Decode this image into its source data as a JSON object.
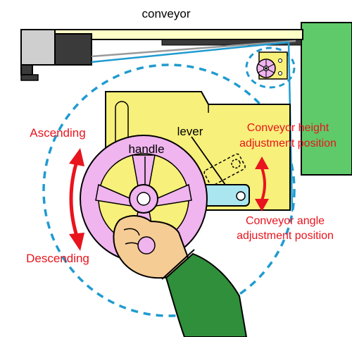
{
  "labels": {
    "conveyor": "conveyor",
    "handle": "handle",
    "lever": "lever",
    "ascending": "Ascending",
    "descending": "Descending",
    "height_line1": "Conveyor height",
    "height_line2": "adjustment position",
    "angle_line1": "Conveyor angle",
    "angle_line2": "adjustment position"
  },
  "colors": {
    "black_text": "#000000",
    "red_text": "#e8141e",
    "red_arrow": "#e8141e",
    "dashed_circle": "#1f9bd0",
    "conveyor_line": "#1f9bd0",
    "panel_fill": "#f7f07a",
    "handle_fill": "#f0b4ee",
    "lever_fill": "#a9e6f0",
    "frame_green": "#5fca69",
    "sleeve_green": "#2f8f3a",
    "skin": "#f6cc95",
    "grey": "#cfcfcf",
    "dark": "#333333"
  }
}
